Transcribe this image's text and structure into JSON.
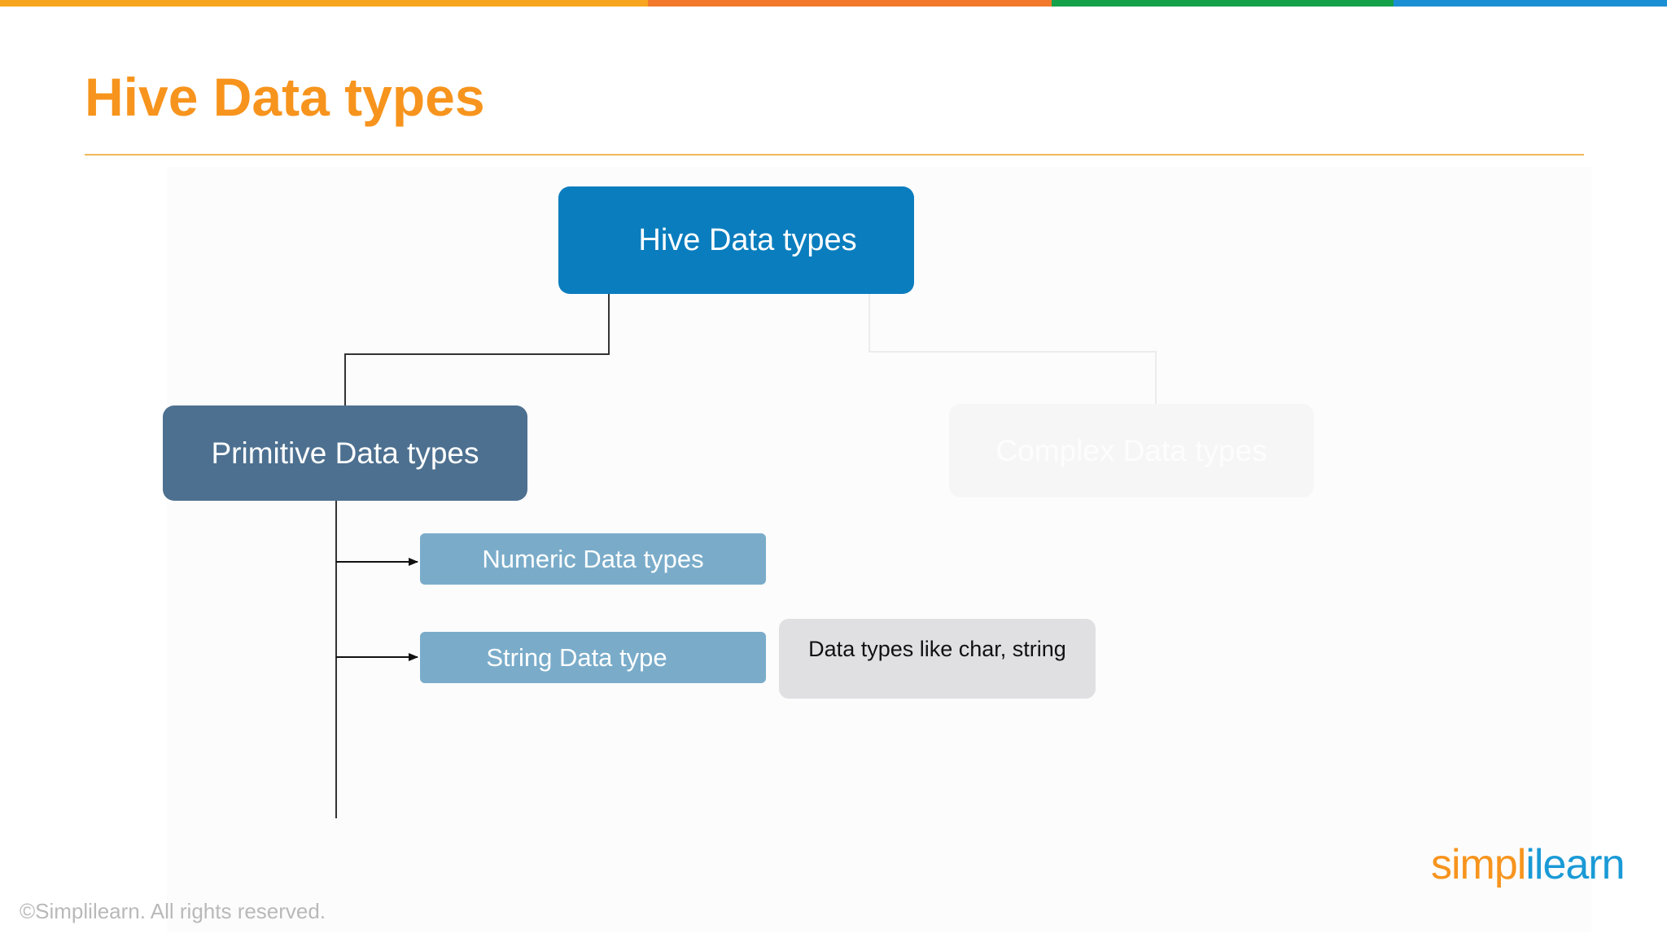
{
  "slide": {
    "title": "Hive Data types",
    "top_bar_colors": [
      "#f7a51e",
      "#f2792b",
      "#15a04a",
      "#1b8fd4"
    ]
  },
  "diagram": {
    "root": "Hive Data types",
    "primitive": "Primitive Data types",
    "complex": "Complex Data types",
    "numeric": "Numeric Data types",
    "string": "String Data type",
    "string_description": "Data types like char, string"
  },
  "footer": {
    "logo_part1": "simpl",
    "logo_part2": "ilearn",
    "copyright": "©Simplilearn. All rights reserved."
  },
  "colors": {
    "title": "#f7941d",
    "root_box": "#0a7dbe",
    "primitive_box": "#4d7090",
    "child_box": "#7aacca",
    "description_box": "#e0dfe2"
  }
}
